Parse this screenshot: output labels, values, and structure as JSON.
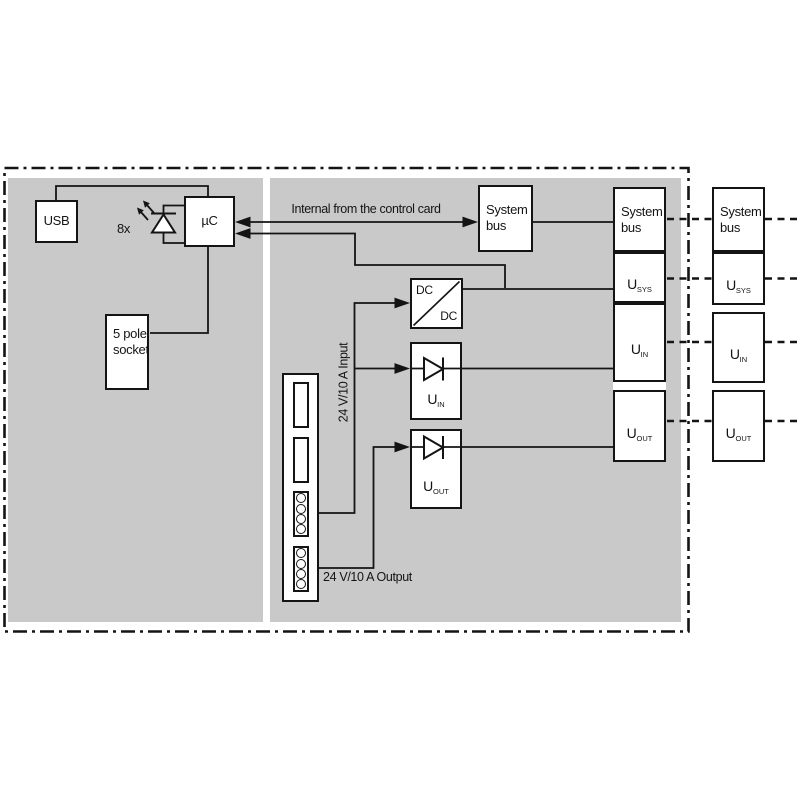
{
  "colors": {
    "panel_gray": "#c9c9c9",
    "ink": "#141414",
    "box_fill": "#ffffff"
  },
  "control_card": {
    "usb_label": "USB",
    "led_count_label": "8x",
    "mcu_label": "µC",
    "socket_label_line1": "5 pole",
    "socket_label_line2": "socket"
  },
  "power_card": {
    "internal_bus_note": "Internal from the control card",
    "system_bus_line1": "System",
    "system_bus_line2": "bus",
    "dcdc_label_top": "DC",
    "dcdc_label_bottom": "DC",
    "diode_in_base": "U",
    "diode_in_sub": "IN",
    "diode_out_base": "U",
    "diode_out_sub": "OUT",
    "input_rating_label": "24 V/10 A Input",
    "output_rating_label": "24 V/10 A Output"
  },
  "terminal_block_internal": {
    "system_bus_line1": "System",
    "system_bus_line2": "bus",
    "u_sys_base": "U",
    "u_sys_sub": "SYS",
    "u_in_base": "U",
    "u_in_sub": "IN",
    "u_out_base": "U",
    "u_out_sub": "OUT"
  },
  "terminal_block_external": {
    "system_bus_line1": "System",
    "system_bus_line2": "bus",
    "u_sys_base": "U",
    "u_sys_sub": "SYS",
    "u_in_base": "U",
    "u_in_sub": "IN",
    "u_out_base": "U",
    "u_out_sub": "OUT"
  }
}
